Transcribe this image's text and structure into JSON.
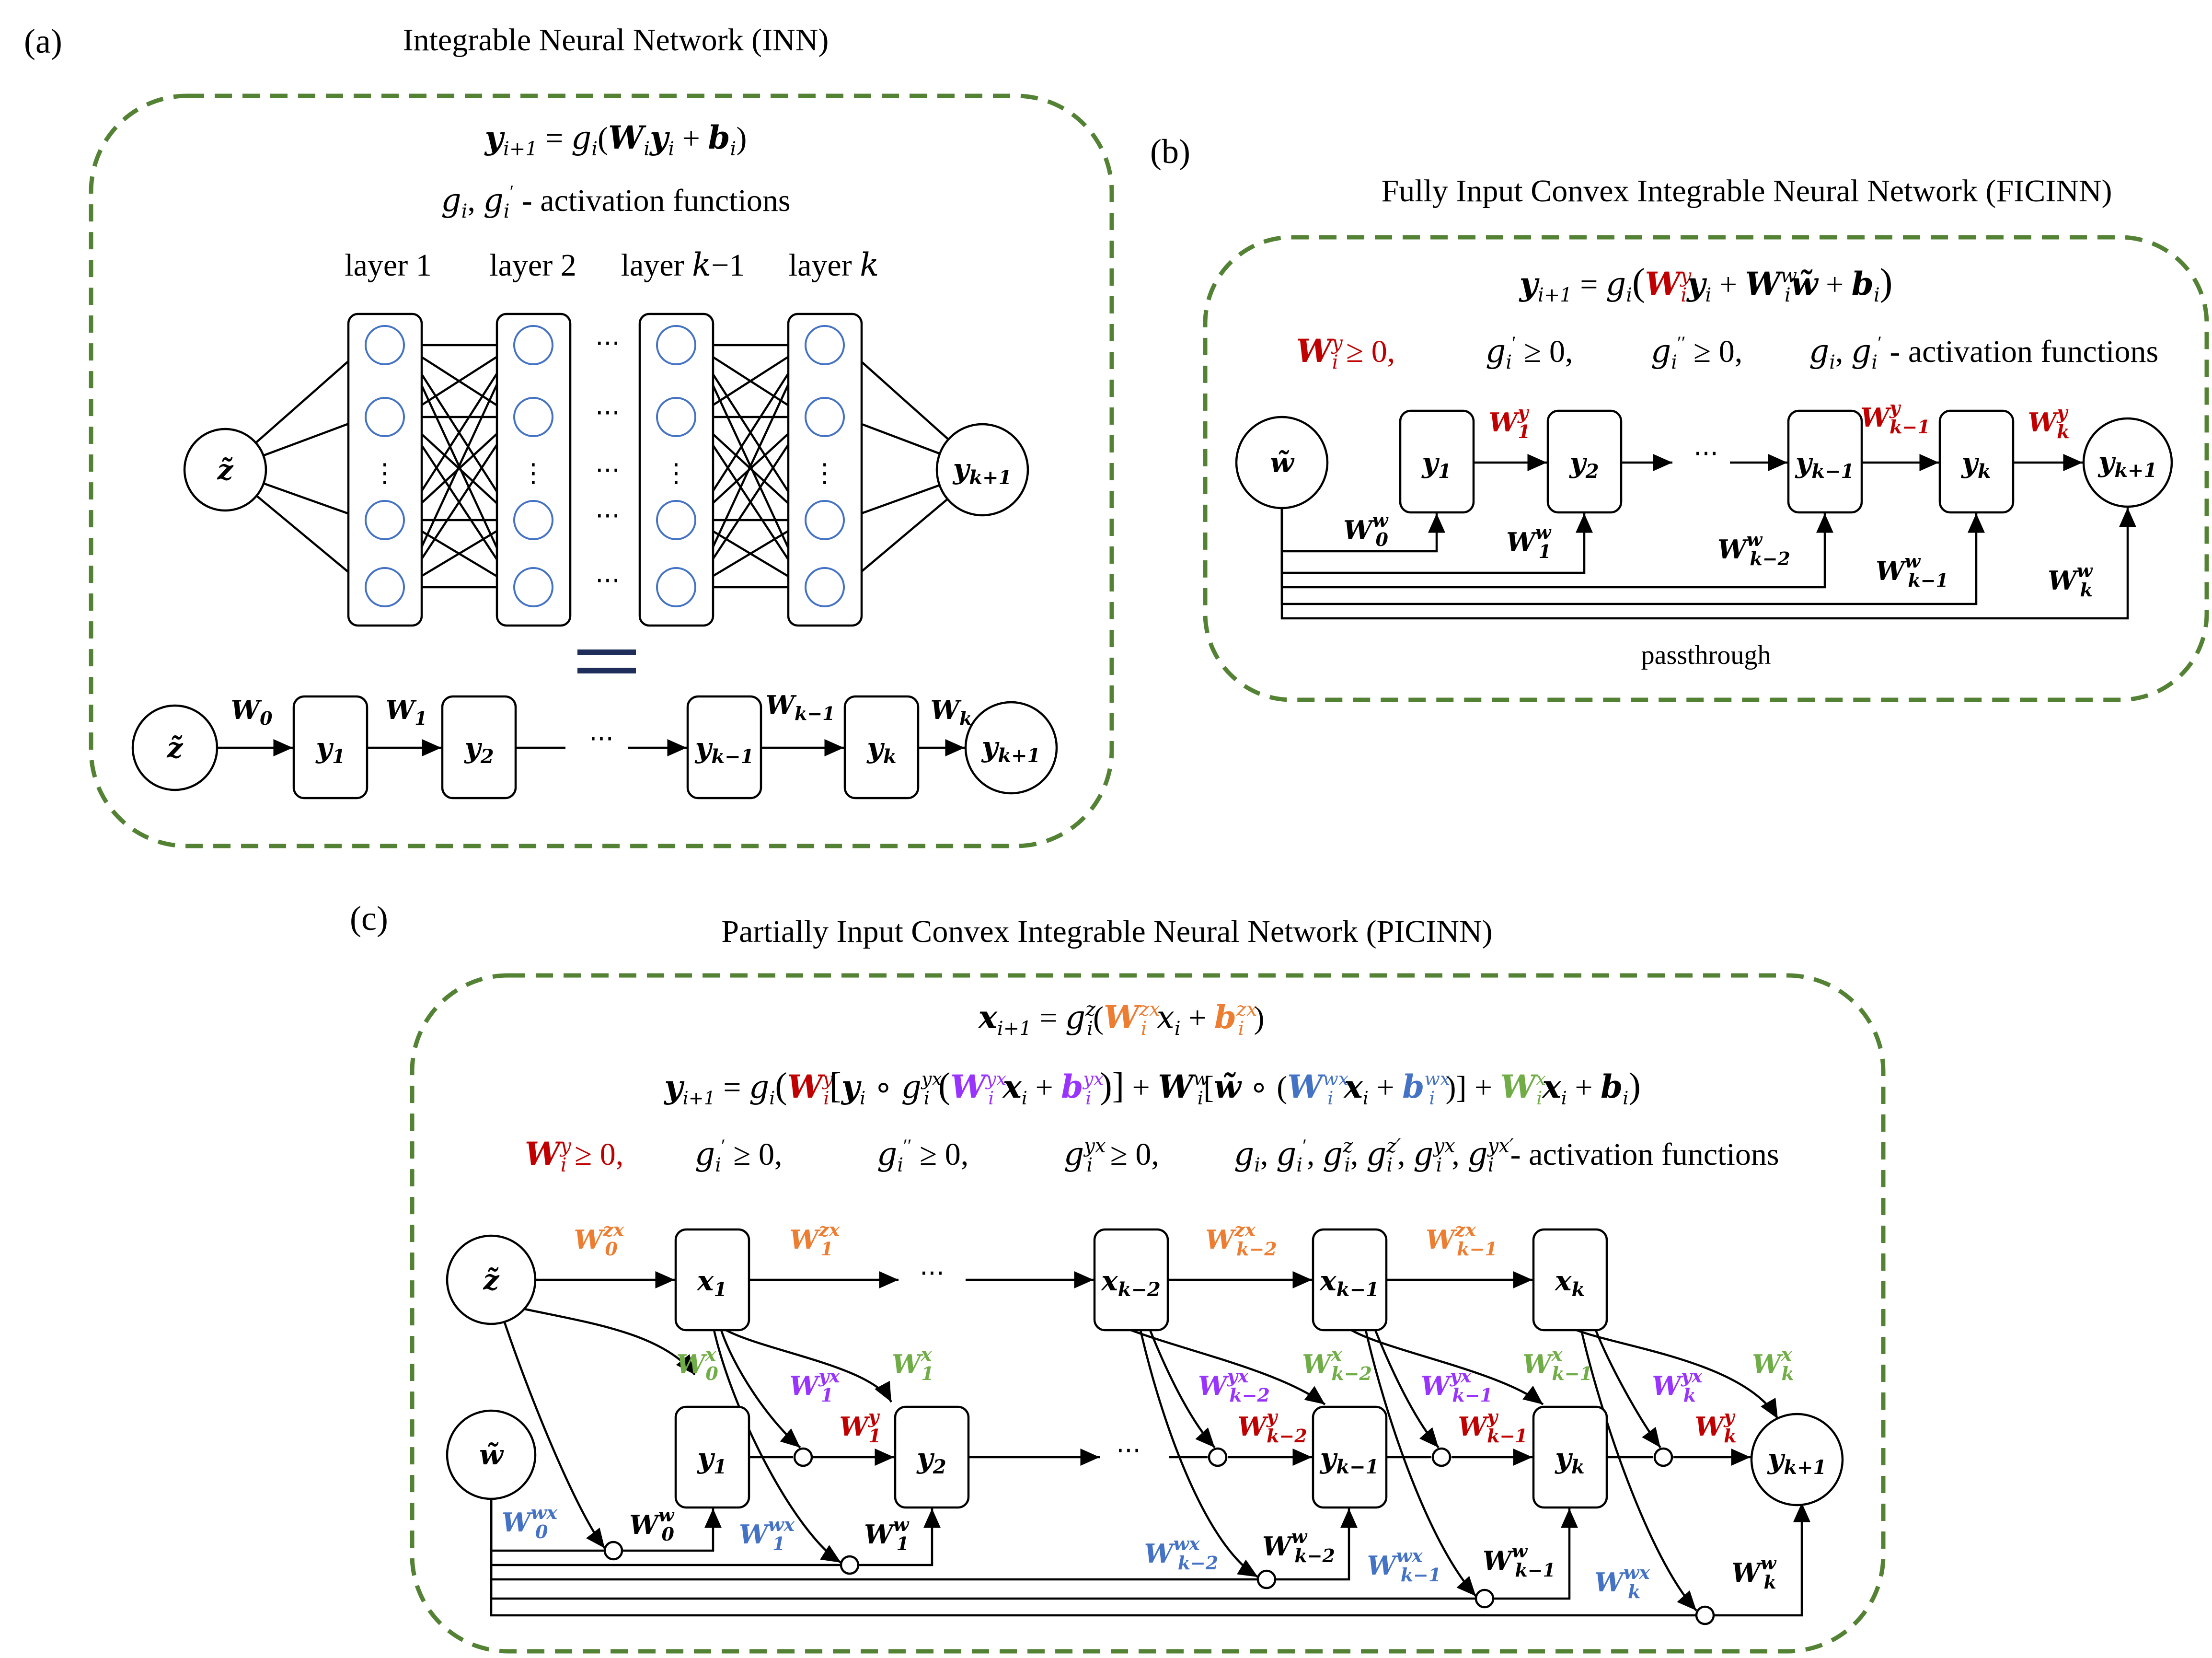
{
  "panel_a": {
    "label": "(a)",
    "title": "Integrable Neural Network (INN)",
    "eq": "y_{i+1} = g_i(W_i y_i + b_i)",
    "activation": "g_i, g_i' - activation functions",
    "layers": [
      "layer 1",
      "layer 2",
      "layer k−1",
      "layer k"
    ],
    "input": "z̃",
    "output": "y_{k+1}",
    "chain_nodes": [
      "y₁",
      "y₂",
      "y_{k−1}",
      "y_k"
    ],
    "weights": [
      "W₀",
      "W₁",
      "W_{k−1}",
      "W_k"
    ],
    "ellipsis": "···",
    "vdots": "⋮"
  },
  "panel_b": {
    "label": "(b)",
    "title": "Fully Input Convex Integrable Neural Network (FICINN)",
    "eq": "y_{i+1} = g_i(W_i^y y_i + W_i^w w̃ + b_i)",
    "constraint_w": "W_i^y ≥ 0,",
    "constraint_g1": "g_i' ≥ 0,",
    "constraint_g2": "g_i'' ≥ 0,",
    "activation": "g_i, g_i' - activation functions",
    "input": "w̃",
    "nodes": [
      "y₁",
      "y₂",
      "y_{k−1}",
      "y_k",
      "y_{k+1}"
    ],
    "passthrough": "passthrough"
  },
  "panel_c": {
    "label": "(c)",
    "title": "Partially Input Convex Integrable Neural Network (PICINN)",
    "eq1": "x_{i+1} = g_i^z(W_i^{zx} x_i + b_i^{zx})",
    "eq2": "y_{i+1} = g_i(W_i^y[y_i ∘ g_i^{yx}(W_i^{yx} x_i + b_i^{yx})] + W_i^w[w̃ ∘ (W_i^{wx} x_i + b_i^{wx})] + W_i^x x_i + b_i)",
    "constraint_w": "W_i^y ≥ 0,",
    "constraint_g1": "g_i' ≥ 0,",
    "constraint_g2": "g_i'' ≥ 0,",
    "constraint_g3": "g_i^{yx} ≥ 0,",
    "activation": "- activation functions",
    "inputs": [
      "z̃",
      "w̃"
    ],
    "x_nodes": [
      "x₁",
      "x_{k−2}",
      "x_{k−1}",
      "x_k"
    ],
    "y_nodes": [
      "y₁",
      "y₂",
      "y_{k−1}",
      "y_k",
      "y_{k+1}"
    ]
  },
  "colors": {
    "dashed_border": "#548235",
    "neuron": "#4472c4",
    "red": "#c00000",
    "orange": "#ed7d31",
    "green": "#70ad47",
    "purple": "#9933ff",
    "blue": "#4472c4"
  }
}
